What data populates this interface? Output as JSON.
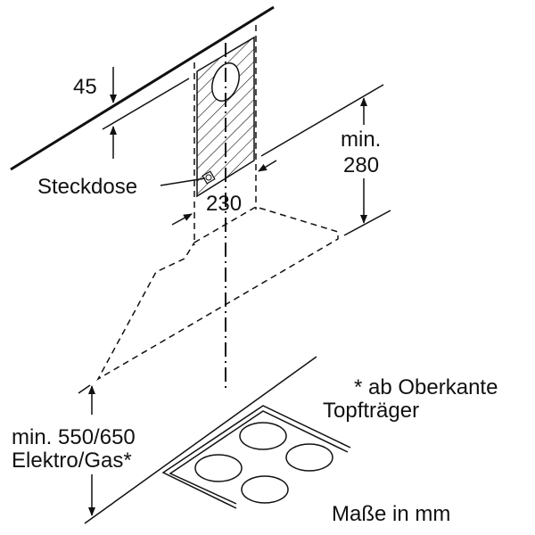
{
  "labels": {
    "dim_45": "45",
    "socket": "Steckdose",
    "dim_230": "230",
    "dim_280_min": "min.",
    "dim_280": "280",
    "dim_height_line1": "min. 550/650",
    "dim_height_line2": "Elektro/Gas*",
    "footnote_line1": "* ab Oberkante",
    "footnote_line2": "Topfträger",
    "units": "Maße in mm"
  }
}
